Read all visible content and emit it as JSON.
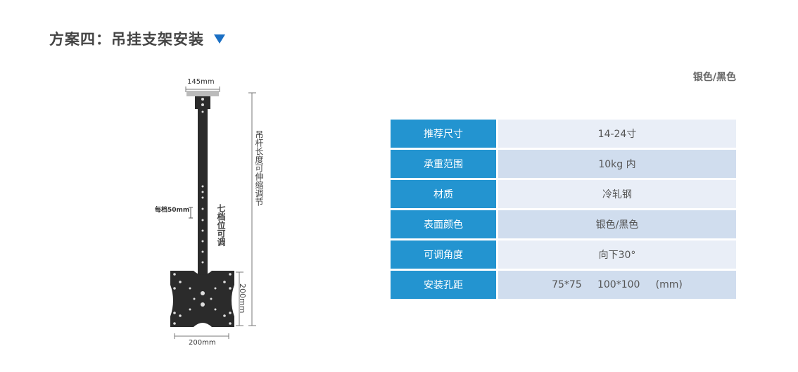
{
  "header": {
    "title": "方案四：吊挂支架安装",
    "marker_icon": "triangle-down-icon",
    "accent_color": "#1a6fc4"
  },
  "color_option": "银色/黑色",
  "diagram": {
    "top_width": "145mm",
    "rod_label": "吊杆长度可伸缩调节",
    "step_label": "每档50mm",
    "positions_label": "七档位可调",
    "plate_height": "200mm",
    "plate_width": "200mm"
  },
  "specs": {
    "label_color": "#2394d0",
    "rows": [
      {
        "label": "推荐尺寸",
        "value": "14-24寸"
      },
      {
        "label": "承重范围",
        "value": "10kg 内"
      },
      {
        "label": "材质",
        "value": "冷轧钢"
      },
      {
        "label": "表面颜色",
        "value": "银色/黑色"
      },
      {
        "label": "可调角度",
        "value": "向下30°"
      },
      {
        "label": "安装孔距",
        "value": "75*75     100*100     (mm)"
      }
    ]
  }
}
